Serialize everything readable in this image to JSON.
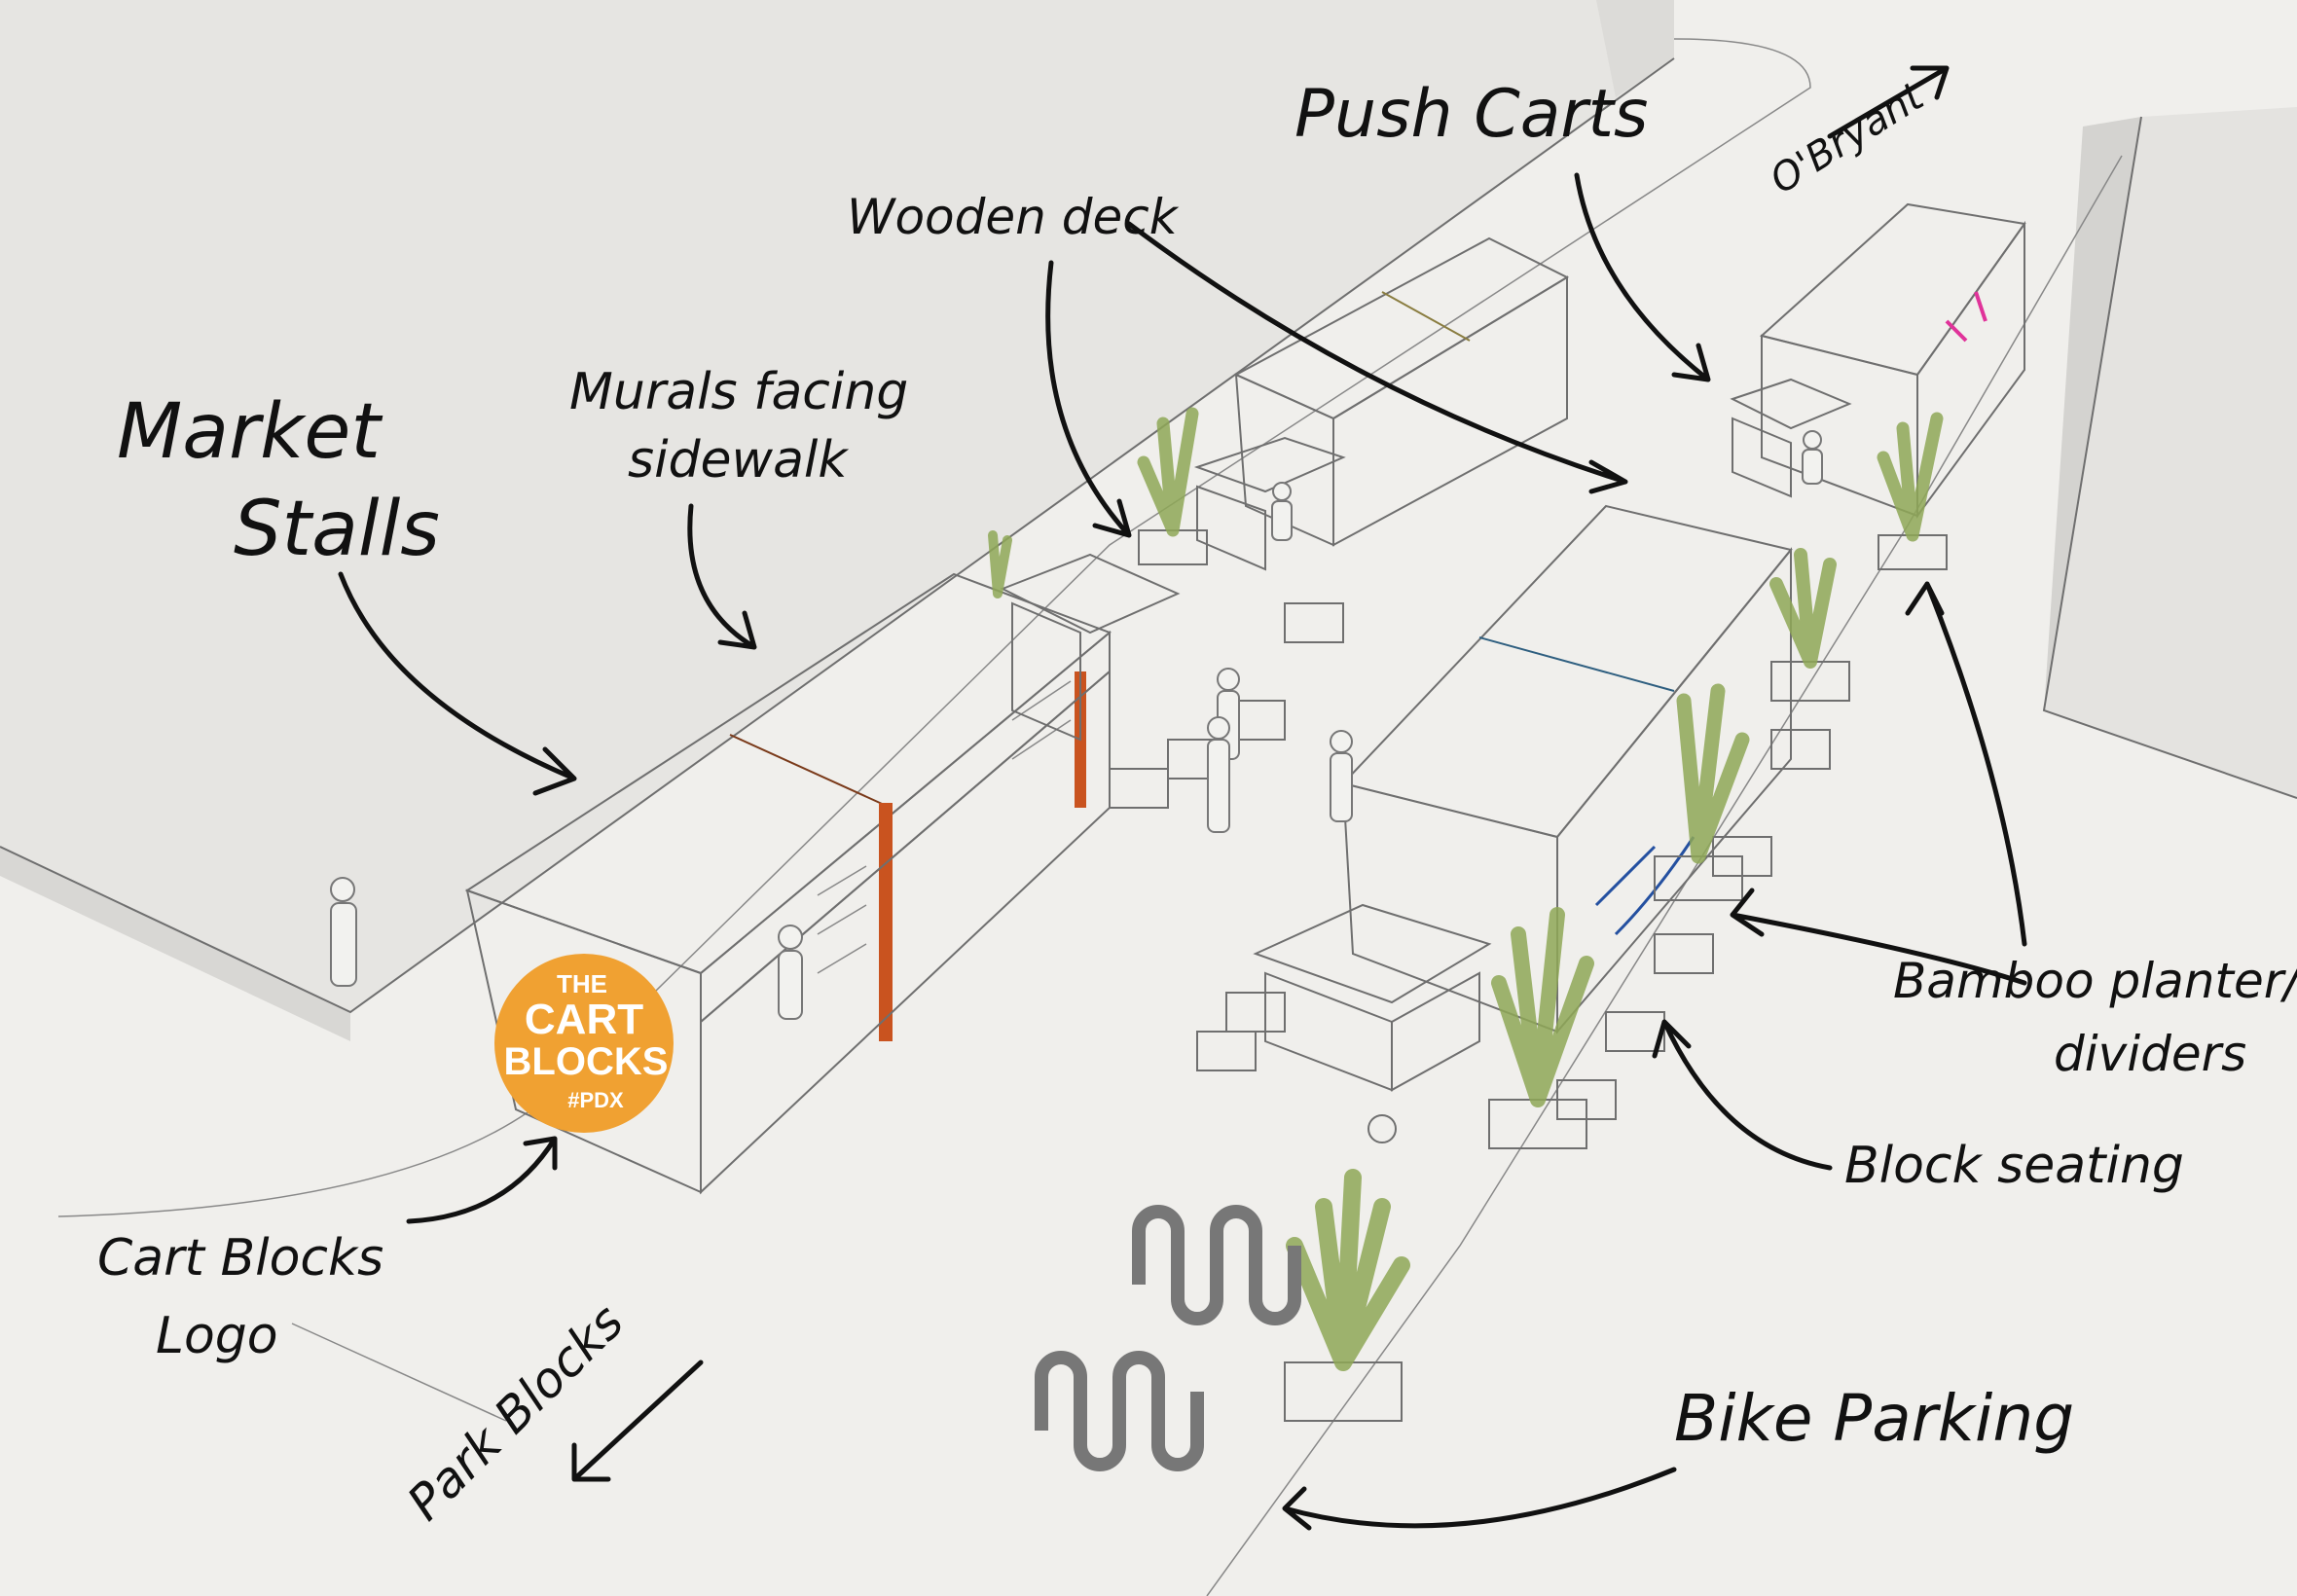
{
  "labels": {
    "market_stalls_line1": "Market",
    "market_stalls_line2": "Stalls",
    "murals_line1": "Murals facing",
    "murals_line2": "sidewalk",
    "wooden_deck": "Wooden deck",
    "push_carts": "Push Carts",
    "obryant": "O'Bryant",
    "bamboo_line1": "Bamboo planter/",
    "bamboo_line2": "dividers",
    "block_seating": "Block seating",
    "bike_parking": "Bike Parking",
    "cart_blocks_line1": "Cart Blocks",
    "cart_blocks_line2": "Logo",
    "park_blocks": "Park Blocks"
  },
  "logo": {
    "line1": "THE",
    "line2": "CART",
    "line3": "BLOCKS",
    "line4": "#PDX"
  },
  "colors": {
    "stall_orange": "#d9602e",
    "stall_olive": "#b5a55a",
    "stall_blue": "#5f9ec1",
    "stall_rust": "#c56a30",
    "logo_circle": "#f0a132",
    "bamboo": "#8fa857",
    "ink": "#111111"
  }
}
